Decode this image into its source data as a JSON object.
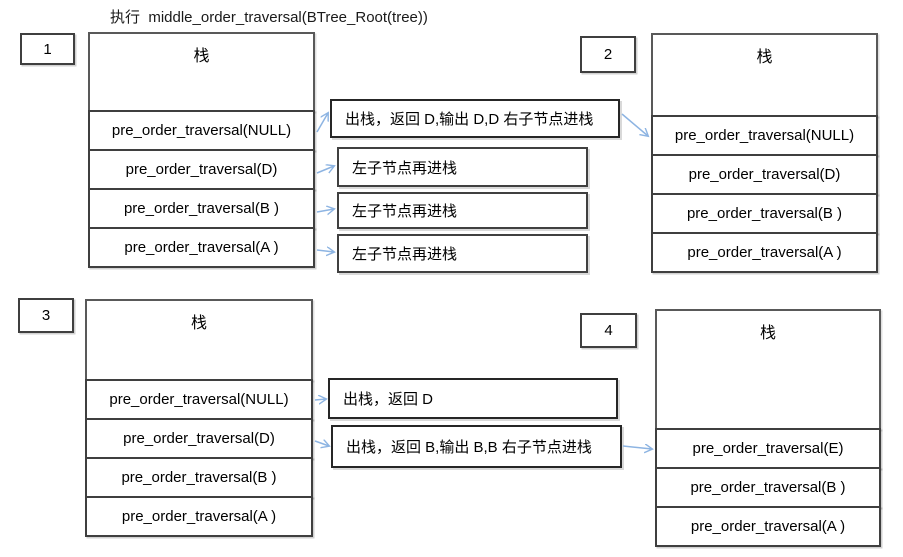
{
  "title": "执行  middle_order_traversal(BTree_Root(tree))",
  "stack_label": "栈",
  "stacks": [
    {
      "number": "1",
      "rows": [
        "pre_order_traversal(NULL)",
        "pre_order_traversal(D)",
        "pre_order_traversal(B )",
        "pre_order_traversal(A )"
      ]
    },
    {
      "number": "2",
      "rows": [
        "pre_order_traversal(NULL)",
        "pre_order_traversal(D)",
        "pre_order_traversal(B )",
        "pre_order_traversal(A )"
      ]
    },
    {
      "number": "3",
      "rows": [
        "pre_order_traversal(NULL)",
        "pre_order_traversal(D)",
        "pre_order_traversal(B )",
        "pre_order_traversal(A )"
      ]
    },
    {
      "number": "4",
      "rows": [
        "pre_order_traversal(E)",
        "pre_order_traversal(B )",
        "pre_order_traversal(A )"
      ]
    }
  ],
  "annotations": {
    "top": [
      "出栈，返回 D,输出 D,D 右子节点进栈",
      "左子节点再进栈",
      "左子节点再进栈",
      "左子节点再进栈"
    ],
    "bottom": [
      "出栈，返回 D",
      "出栈，返回 B,输出 B,B 右子节点进栈"
    ]
  },
  "colors": {
    "background": "#FFFFFF",
    "box_border": "#3F3F3F",
    "arrow": "#8DB4E2",
    "text": "#000000"
  }
}
